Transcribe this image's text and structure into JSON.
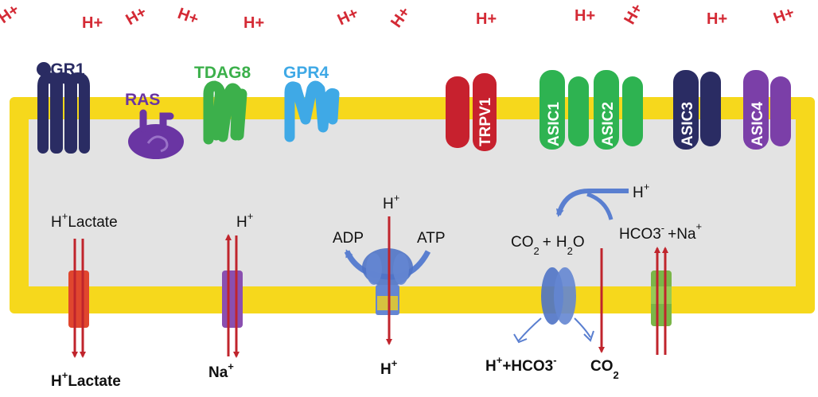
{
  "colors": {
    "membrane": "#f6d81c",
    "cytoplasm": "#e3e3e3",
    "proton": "#d42a35",
    "arrow": "#c0242c",
    "ogr1": "#2a2c63",
    "ras": "#6a35a3",
    "tdag8": "#3cb04b",
    "gpr4": "#3fa9e6",
    "trpv1": "#c7212e",
    "asic1": "#2eb351",
    "asic2": "#2eb351",
    "asic3": "#2a2c63",
    "asic4": "#7b3fa8",
    "atpase": "#4f73c5",
    "exchanger": "#7ab648"
  },
  "extracellular_protons": [
    "H+",
    "H+",
    "H+",
    "H+",
    "H+",
    "H+",
    "H+",
    "H+",
    "H+",
    "H+",
    "H+"
  ],
  "receptors": {
    "ogr1": "OGR1",
    "ras": "RAS",
    "tdag8": "TDAG8",
    "gpr4": "GPR4"
  },
  "channels": {
    "trpv1": "TRPV1",
    "asic1": "ASIC1",
    "asic2": "ASIC2",
    "asic3": "ASIC3",
    "asic4": "ASIC4"
  },
  "transporters": {
    "mct": {
      "inside_h": "H",
      "inside_sup": "+",
      "inside_rest": "Lactate",
      "outside_h": "H",
      "outside_sup": "+",
      "outside_rest": "Lactate"
    },
    "nhe": {
      "inside_h": "H",
      "inside_sup": "+",
      "outside_na": "Na",
      "outside_sup": "+"
    },
    "atpase": {
      "top_h": "H",
      "top_sup": "+",
      "adp": "ADP",
      "atp": "ATP",
      "bottom_h": "H",
      "bottom_sup": "+"
    },
    "carbonic": {
      "top_h": "H",
      "top_sup": "+",
      "co2": "CO",
      "co2_sub": "2",
      "plus": "+",
      "h2o_h": "H",
      "h2o_sub": "2",
      "h2o_o": "O",
      "out_h": "H",
      "out_sup": "+",
      "out_rest": "+HCO3",
      "out_minus": "-",
      "out_co": "CO",
      "out_co_sub": "2"
    },
    "bicarb": {
      "hco3": "HCO3",
      "minus": "-",
      "na": "+Na",
      "na_sup": "+"
    }
  }
}
